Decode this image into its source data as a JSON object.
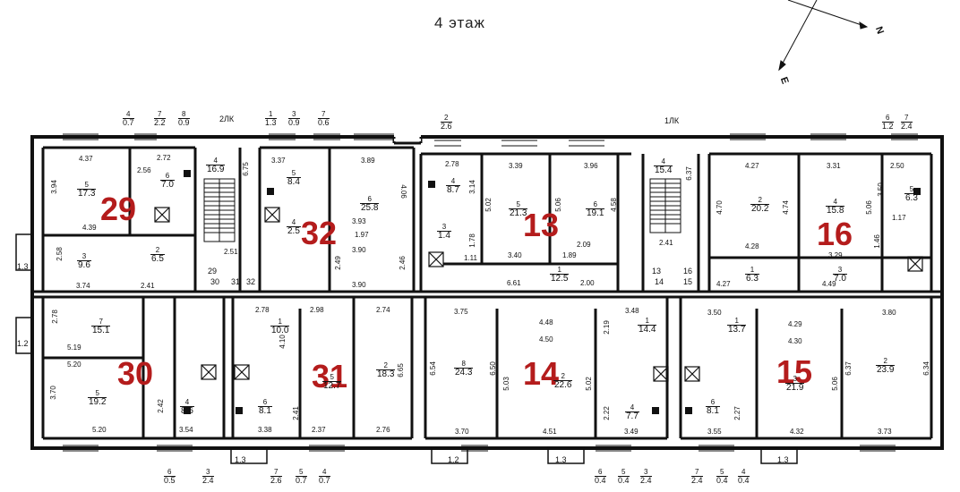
{
  "title": "4 этаж",
  "compass": {
    "north": "N",
    "east": "E"
  },
  "stair_labels": {
    "left": "2ЛК",
    "right": "1ЛК"
  },
  "apartments": [
    {
      "number": "29"
    },
    {
      "number": "32"
    },
    {
      "number": "13"
    },
    {
      "number": "16"
    },
    {
      "number": "30"
    },
    {
      "number": "31"
    },
    {
      "number": "14"
    },
    {
      "number": "15"
    }
  ],
  "windows_top": [
    {
      "num": "4",
      "area": "0.7"
    },
    {
      "num": "7",
      "area": "2.2"
    },
    {
      "num": "8",
      "area": "0.9"
    },
    {
      "num": "1",
      "area": "1.3"
    },
    {
      "num": "3",
      "area": "0.9"
    },
    {
      "num": "7",
      "area": "0.6"
    },
    {
      "num": "2",
      "area": "2.6"
    },
    {
      "num": "6",
      "area": "1.2"
    },
    {
      "num": "7",
      "area": "2.4"
    }
  ],
  "windows_bottom": [
    {
      "num": "6",
      "area": "0.5"
    },
    {
      "num": "3",
      "area": "2.4"
    },
    {
      "num": "7",
      "area": "2.6"
    },
    {
      "num": "5",
      "area": "0.7"
    },
    {
      "num": "4",
      "area": "0.7"
    },
    {
      "num": "6",
      "area": "0.4"
    },
    {
      "num": "5",
      "area": "0.4"
    },
    {
      "num": "3",
      "area": "2.4"
    },
    {
      "num": "7",
      "area": "2.4"
    },
    {
      "num": "5",
      "area": "0.4"
    },
    {
      "num": "4",
      "area": "0.4"
    }
  ],
  "rooms": [
    {
      "num": "5",
      "area": "17.3"
    },
    {
      "num": "6",
      "area": "7.0"
    },
    {
      "num": "3",
      "area": "9.6"
    },
    {
      "num": "2",
      "area": "6.5"
    },
    {
      "num": "4",
      "area": "16.9"
    },
    {
      "num": "5",
      "area": "8.4"
    },
    {
      "num": "6",
      "area": "25.8"
    },
    {
      "num": "4",
      "area": "2.5"
    },
    {
      "num": "4",
      "area": "8.7"
    },
    {
      "num": "5",
      "area": "21.3"
    },
    {
      "num": "6",
      "area": "19.1"
    },
    {
      "num": "1",
      "area": "12.5"
    },
    {
      "num": "3",
      "area": "1.4"
    },
    {
      "num": "4",
      "area": "15.4"
    },
    {
      "num": "2",
      "area": "20.2"
    },
    {
      "num": "4",
      "area": "15.8"
    },
    {
      "num": "5",
      "area": "6.3"
    },
    {
      "num": "1",
      "area": "6.3"
    },
    {
      "num": "3",
      "area": "7.0"
    },
    {
      "num": "7",
      "area": "15.1"
    },
    {
      "num": "5",
      "area": "19.2"
    },
    {
      "num": "4",
      "area": "8.6"
    },
    {
      "num": "1",
      "area": "10.0"
    },
    {
      "num": "6",
      "area": "8.1"
    },
    {
      "num": "2",
      "area": "18.3"
    },
    {
      "num": "5",
      "area": "12.7"
    },
    {
      "num": "8",
      "area": "24.3"
    },
    {
      "num": "2",
      "area": "22.6"
    },
    {
      "num": "1",
      "area": "14.4"
    },
    {
      "num": "4",
      "area": "7.7"
    },
    {
      "num": "1",
      "area": "13.7"
    },
    {
      "num": "6",
      "area": "8.1"
    },
    {
      "num": "3",
      "area": "21.9"
    },
    {
      "num": "2",
      "area": "23.9"
    }
  ],
  "dimensions": [
    "4.37",
    "2.72",
    "3.94",
    "2.56",
    "4.39",
    "2.58",
    "3.74",
    "2.41",
    "3.37",
    "3.89",
    "4.06",
    "3.93",
    "1.97",
    "3.90",
    "2.49",
    "3.90",
    "2.46",
    "2.51",
    "6.75",
    "2.78",
    "3.39",
    "3.96",
    "3.14",
    "5.02",
    "5.06",
    "4.58",
    "3.40",
    "2.09",
    "1.89",
    "6.61",
    "2.00",
    "1.78",
    "1.11",
    "2.41",
    "6.37",
    "4.27",
    "3.31",
    "2.50",
    "4.70",
    "4.74",
    "5.06",
    "3.50",
    "4.28",
    "3.29",
    "4.27",
    "4.49",
    "1.17",
    "1.46",
    "2.78",
    "5.19",
    "5.20",
    "3.70",
    "5.20",
    "3.54",
    "2.42",
    "2.78",
    "2.98",
    "2.74",
    "6.65",
    "2.37",
    "2.76",
    "3.38",
    "4.10",
    "2.41",
    "3.75",
    "4.48",
    "4.50",
    "6.54",
    "6.50",
    "5.03",
    "5.02",
    "3.70",
    "4.51",
    "3.49",
    "2.19",
    "3.48",
    "2.22",
    "3.50",
    "4.29",
    "3.80",
    "4.30",
    "5.06",
    "6.37",
    "6.34",
    "3.55",
    "4.32",
    "3.73",
    "2.27"
  ],
  "corridor_labels": [
    "29",
    "30",
    "31",
    "32",
    "13",
    "14",
    "16",
    "15"
  ],
  "balcony_labels": [
    "1.3",
    "1.2",
    "1.3",
    "1.2",
    "1.3",
    "1.3"
  ]
}
